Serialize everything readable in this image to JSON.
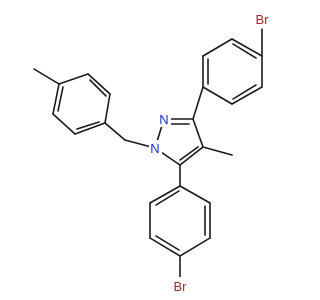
{
  "molecule": {
    "atoms": {
      "br_top": {
        "symbol": "Br"
      },
      "br_bottom": {
        "symbol": "Br"
      },
      "n_upper": {
        "symbol": "N"
      },
      "n_lower": {
        "symbol": "N"
      }
    }
  },
  "colors": {
    "bond": "#1a1a1a",
    "bromine": "#a52a2a",
    "nitrogen": "#1f2fd6",
    "background": "#ffffff"
  }
}
